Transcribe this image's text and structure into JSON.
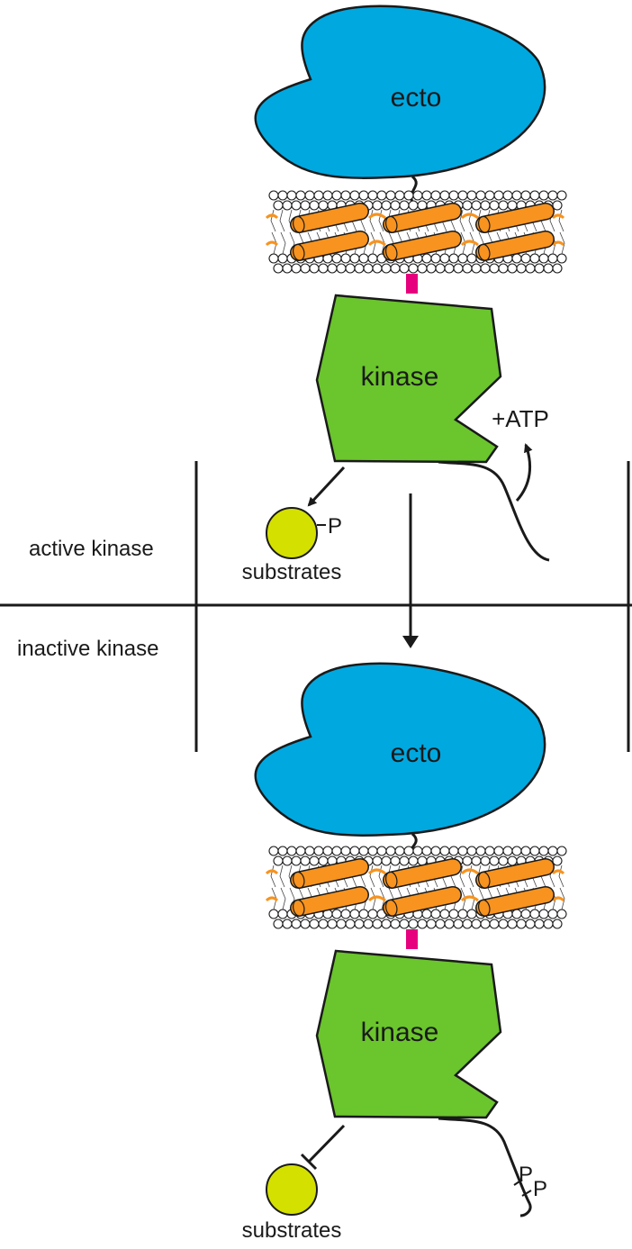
{
  "active_panel": {
    "ecto_label": "ecto",
    "kinase_label": "kinase",
    "atp_label": "+ATP",
    "phospho_label": "P",
    "substrates_label": "substrates",
    "state_label": "active kinase"
  },
  "inactive_panel": {
    "ecto_label": "ecto",
    "kinase_label": "kinase",
    "tail_phospho_label_1": "P",
    "tail_phospho_label_2": "P",
    "substrates_label": "substrates",
    "state_label": "inactive kinase"
  },
  "colors": {
    "ecto": "#00a8e0",
    "kinase": "#6bc52d",
    "helix": "#f7931e",
    "linker": "#e6007e",
    "substrate": "#d4e000",
    "line": "#1a1a1a"
  }
}
